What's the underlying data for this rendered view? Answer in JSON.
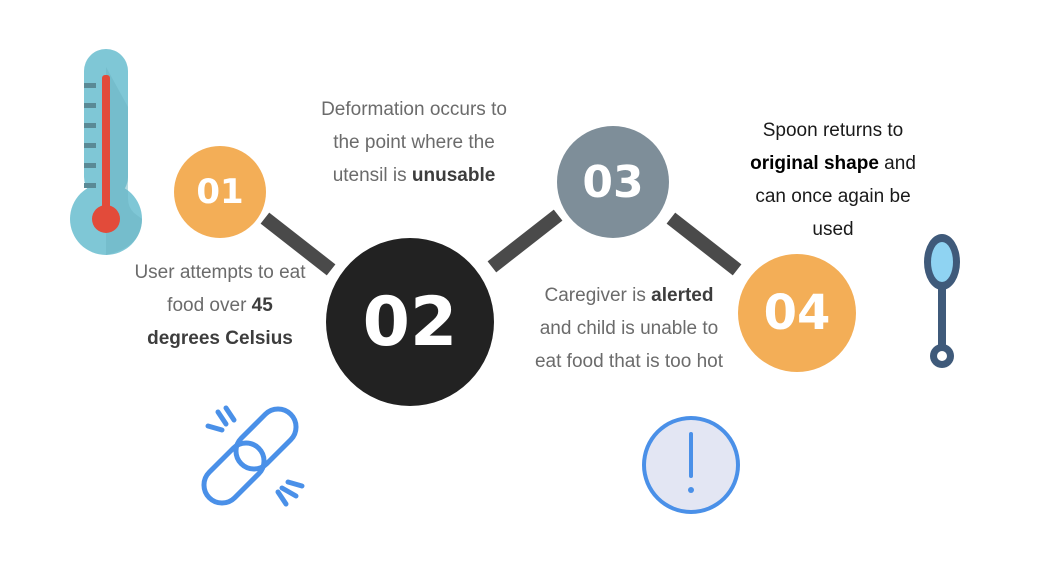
{
  "colors": {
    "orange": "#f3ae57",
    "slate": "#7e8e99",
    "black": "#222222",
    "connector": "#4a4a4a",
    "blue": "#4a90e8",
    "thermo_teal": "#7fc7d6",
    "thermo_red": "#e24b3a",
    "spoon_navy": "#3f5a7a"
  },
  "steps": [
    {
      "number": "01",
      "text_before": "User attempts to eat food over ",
      "text_bold": "45 degrees Celsius",
      "text_after": "",
      "icon": "thermometer-icon"
    },
    {
      "number": "02",
      "text_before": "Deformation occurs to the point where the utensil is ",
      "text_bold": "unusable",
      "text_after": "",
      "icon": "broken-link-icon"
    },
    {
      "number": "03",
      "text_before": "Caregiver is ",
      "text_bold": "alerted",
      "text_after": " and child is unable to eat food that is too hot",
      "icon": "alert-icon"
    },
    {
      "number": "04",
      "text_before": "Spoon returns to ",
      "text_bold": "original shape",
      "text_after": " and can once again be used",
      "icon": "spoon-icon"
    }
  ]
}
